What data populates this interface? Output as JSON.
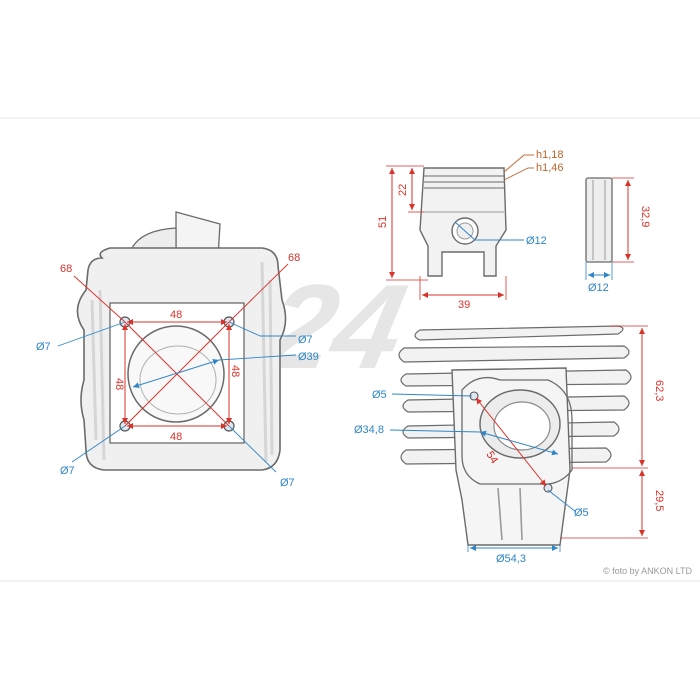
{
  "watermark": "M24",
  "credit": "© foto by ANKON LTD",
  "colors": {
    "dimension_red": "#d9332b",
    "dimension_blue": "#2e86c8",
    "annotation_orange": "#c0632a",
    "sketch_gray": "#6b6b6b",
    "watermark_gray": "#d2d2d2"
  },
  "cylinder_top": {
    "diag_left": "68",
    "diag_right": "68",
    "top_span": "48",
    "bottom_span": "48",
    "left_span": "48",
    "right_span": "48",
    "hole_tl": "Ø7",
    "hole_tr": "Ø7",
    "hole_bl": "Ø7",
    "hole_br": "Ø7",
    "bore": "Ø39"
  },
  "piston": {
    "ring1": "h1,18",
    "ring2": "h1,46",
    "height": "51",
    "ring_zone": "22",
    "pin_bore": "Ø12",
    "diameter": "39"
  },
  "pin": {
    "length": "32,9",
    "diameter": "Ø12"
  },
  "cylinder_side": {
    "total_height": "62,3",
    "lower_height": "29,5",
    "stud_upper": "Ø5",
    "stud_lower": "Ø5",
    "port": "Ø34,8",
    "port_dist": "54",
    "base": "Ø54,3"
  }
}
